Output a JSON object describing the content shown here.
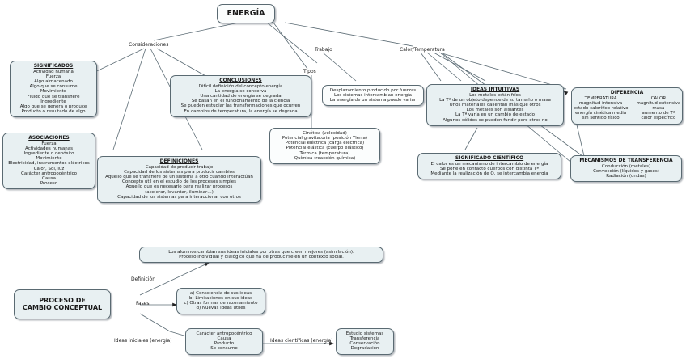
{
  "title": "Mapa conceptual ENERGIA",
  "root": {
    "label": "ENERGÍA"
  },
  "link_labels": {
    "consideraciones": "Consideraciones",
    "trabajo": "Trabajo",
    "tipos": "Tipos",
    "calor_temperatura": "Calor/Temperatura",
    "definicion": "Definición",
    "fases": "Fases",
    "ideas_iniciales": "Ideas iniciales\n(energía)",
    "ideas_iniciales_l1": "Ideas iniciales",
    "ideas_iniciales_l2": "(energía)",
    "ideas_cientificas_l1": "Ideas científicas",
    "ideas_cientificas_l2": "(energía)"
  },
  "nodes": {
    "significados": {
      "title": "SIGNIFICADOS",
      "lines": [
        "Actividad humana",
        "Fuerza",
        "Algo almacenado",
        "Algo que se consume",
        "Movimiento",
        "Fluido que se transfiere",
        "Ingrediente",
        "Algo que se genera o produce",
        "Producto o resultado de algo"
      ]
    },
    "asociaciones": {
      "title": "ASOCIACIONES",
      "lines": [
        "Fuerza",
        "Actividades humanas",
        "Ingrediente o depósito",
        "Movimiento",
        "Electricidad, instrumentos eléctricos",
        "Calor, Sol, luz",
        "Carácter antropocéntrico",
        "Causa",
        "Proceso"
      ]
    },
    "conclusiones": {
      "title": "CONCLUSIONES",
      "lines": [
        "Difícil definición del concepto energía",
        "La energía se conserva",
        "Una cantidad de energía se degrada",
        "Se basan en el funcionamiento de la ciencia",
        "Se pueden estudiar las transformaciones que ocurren",
        "En cambios de temperatura, la energía se degrada"
      ]
    },
    "definiciones": {
      "title": "DEFINICIONES",
      "lines": [
        "Capacidad de producir trabajo",
        "Capacidad de los sistemas para producir cambios",
        "Aquello que se transfiere de un sistema a otro cuando interactúan",
        "Concepto útil en el estudio de los procesos simples",
        "Aquello que es necesario para realizar procesos",
        "(acelerar, levantar, iluminar…)",
        "Capacidad de los sistemas para interaccionar con otros"
      ]
    },
    "trabajo_box": {
      "title": "",
      "lines": [
        "Desplazamiento producido por fuerzas",
        "Los sistemas intercambian energía",
        "La energía de un sistema puede variar"
      ]
    },
    "tipos_box": {
      "title": "",
      "lines": [
        "Cinética (velocidad)",
        "Potencial gravitatoria (posición Tierra)",
        "Potencial eléctrica (carga eléctrica)",
        "Potencial elástica (cuerpo elástico)",
        "Térmica (temperatura)",
        "Química (reacción química)"
      ]
    },
    "ideas_intuitivas": {
      "title": "IDEAS INTUITIVAS",
      "lines": [
        "Los metales están fríos",
        "La Tª de un objeto depende de su tamaño o masa",
        "Unos materiales calientan más que otros",
        "Los metales son aislantes",
        "La Tª varía en un cambio de estado",
        "Algunos sólidos se pueden fundir pero otros no"
      ]
    },
    "significado_cientifico": {
      "title": "SIGNIFICADO CIENTÍFICO",
      "lines": [
        "El calor es un mecanismo de intercambio de energía",
        "Se pone en contacto cuerpos con distinta Tª",
        "Mediante la realización de Q, se intercambia energía"
      ]
    },
    "diferencia": {
      "title": "DIFERENCIA",
      "col_left": [
        "TEMPERATURA",
        "magnitud intensiva",
        "estado calorífico relativo",
        "energía cinética media",
        "sin sentido físico"
      ],
      "col_right": [
        "CALOR",
        "magnitud extensiva",
        "masa",
        "aumento de Tª",
        "calor específico"
      ]
    },
    "mecanismos": {
      "title": "MECANISMOS DE TRANSFERENCIA",
      "lines": [
        "Conducción (metales)",
        "Convección (líquidos y gases)",
        "Radiación (ondas)"
      ]
    },
    "proceso": {
      "line1": "PROCESO DE",
      "line2": "CAMBIO CONCEPTUAL"
    },
    "definicion_box": {
      "lines": [
        "Los alumnos cambian sus ideas iniciales por otras que creen mejores (asimilación).",
        "Proceso individual y dialógico que ha de producirse en un contexto social."
      ]
    },
    "fases_box": {
      "lines": [
        "a) Consciencia de sus ideas",
        "b) Limitaciones en sus ideas",
        "c) Otras formas de razonamiento",
        "d) Nuevas ideas útiles"
      ]
    },
    "antropocentrico": {
      "lines": [
        "Carácter antropocéntrico",
        "Causa",
        "Producto",
        "Se consume"
      ]
    },
    "estudio": {
      "lines": [
        "Estudio sistemas",
        "Transferencia",
        "Conservación",
        "Degradación"
      ]
    }
  },
  "colors": {
    "node_fill": "#e8f0f2",
    "node_fill_white": "#fbfdfd",
    "node_border": "#5a6a72",
    "edge": "#5b6b74",
    "text": "#1a1a1a"
  }
}
